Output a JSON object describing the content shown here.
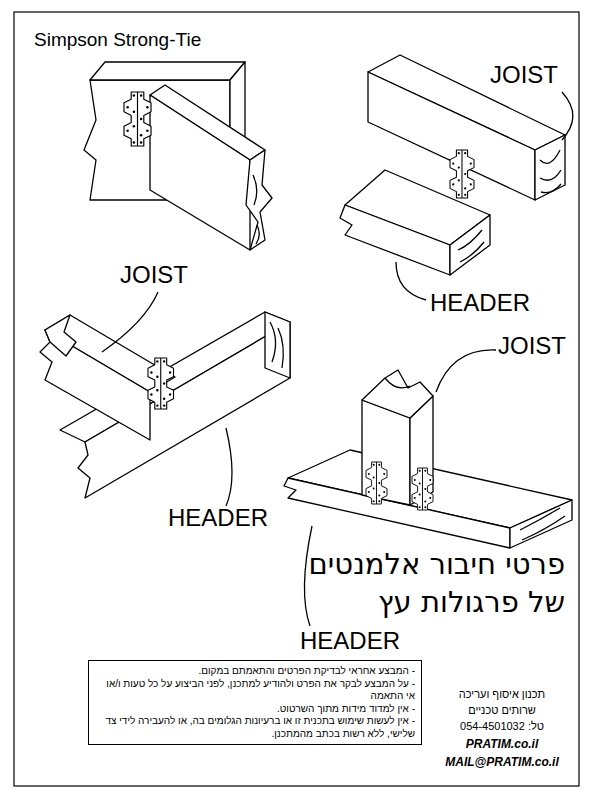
{
  "diagram": {
    "title": "פרטי חיבור אלמנטים של פרגולות עץ",
    "nodes": [
      {
        "text": [
          "- המבצע אחראי לבדיקת הפרטים והתאמתם במקום.",
          "- על המבצע לבקר את הפרט ולהודיע למתכנן, לפני הביצוע על כל טעות ו/או אי התאמה",
          "- אין למדוד מידות מתוך השרטוט.",
          "- אין לעשות שימוש בתכנית זו או ברעיונות הגלומים בה, או להעבירה לידי צד שלישי, ללא רשות בכתב מהמתכנן."
        ]
      }
    ],
    "labels": [
      "Simpson Strong-Tie",
      "JOIST",
      "HEADER",
      "JOIST",
      "HEADER",
      "JOIST",
      "HEADER",
      "תכנון איסוף ועריכה",
      "שרותים טכניים",
      "טל: 054-4501032",
      "PRATIM.co.il",
      "MAIL@PRATIM.co.il"
    ]
  }
}
